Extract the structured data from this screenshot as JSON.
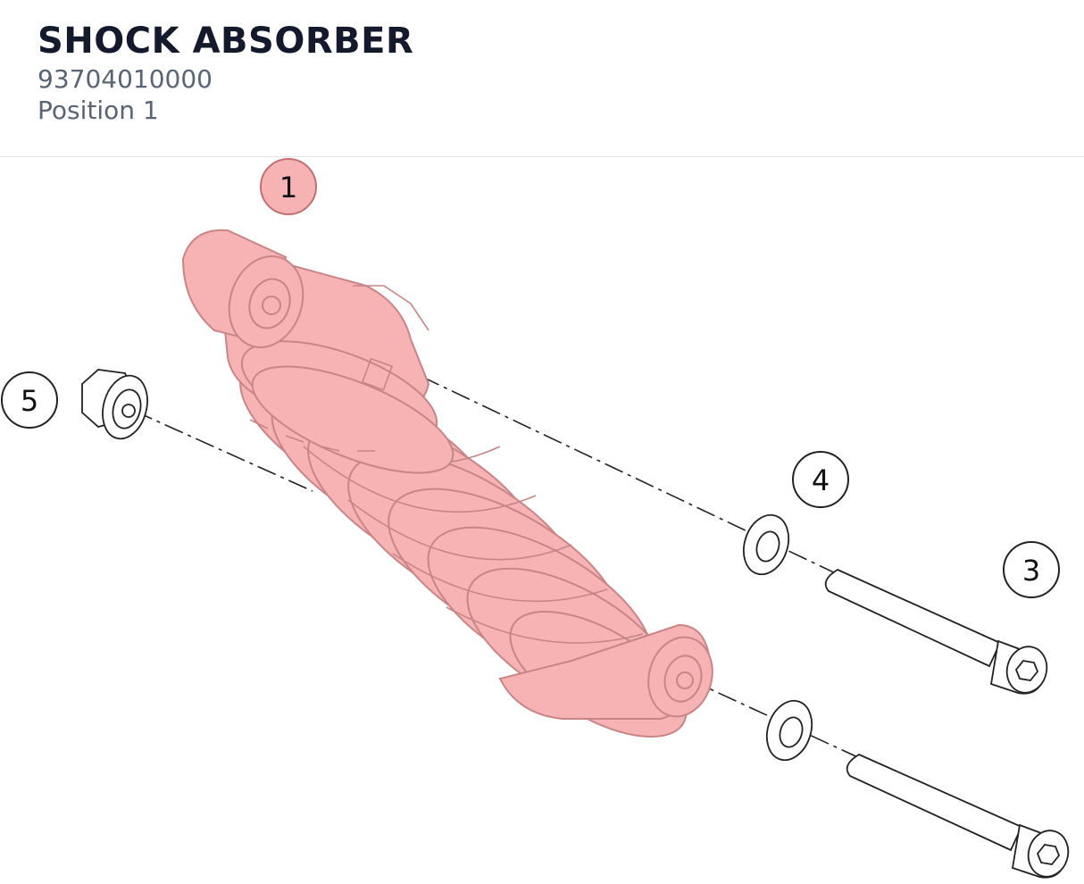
{
  "header": {
    "title": "SHOCK ABSORBER",
    "part_number": "93704010000",
    "position": "Position 1"
  },
  "callouts": {
    "c1": "1",
    "c3": "3",
    "c4": "4",
    "c5": "5"
  },
  "colors": {
    "highlight_fill": "#f7b3b3",
    "highlight_stroke": "#d77a7a",
    "line": "#222222",
    "title": "#141a2b",
    "subtitle": "#5a6473"
  }
}
